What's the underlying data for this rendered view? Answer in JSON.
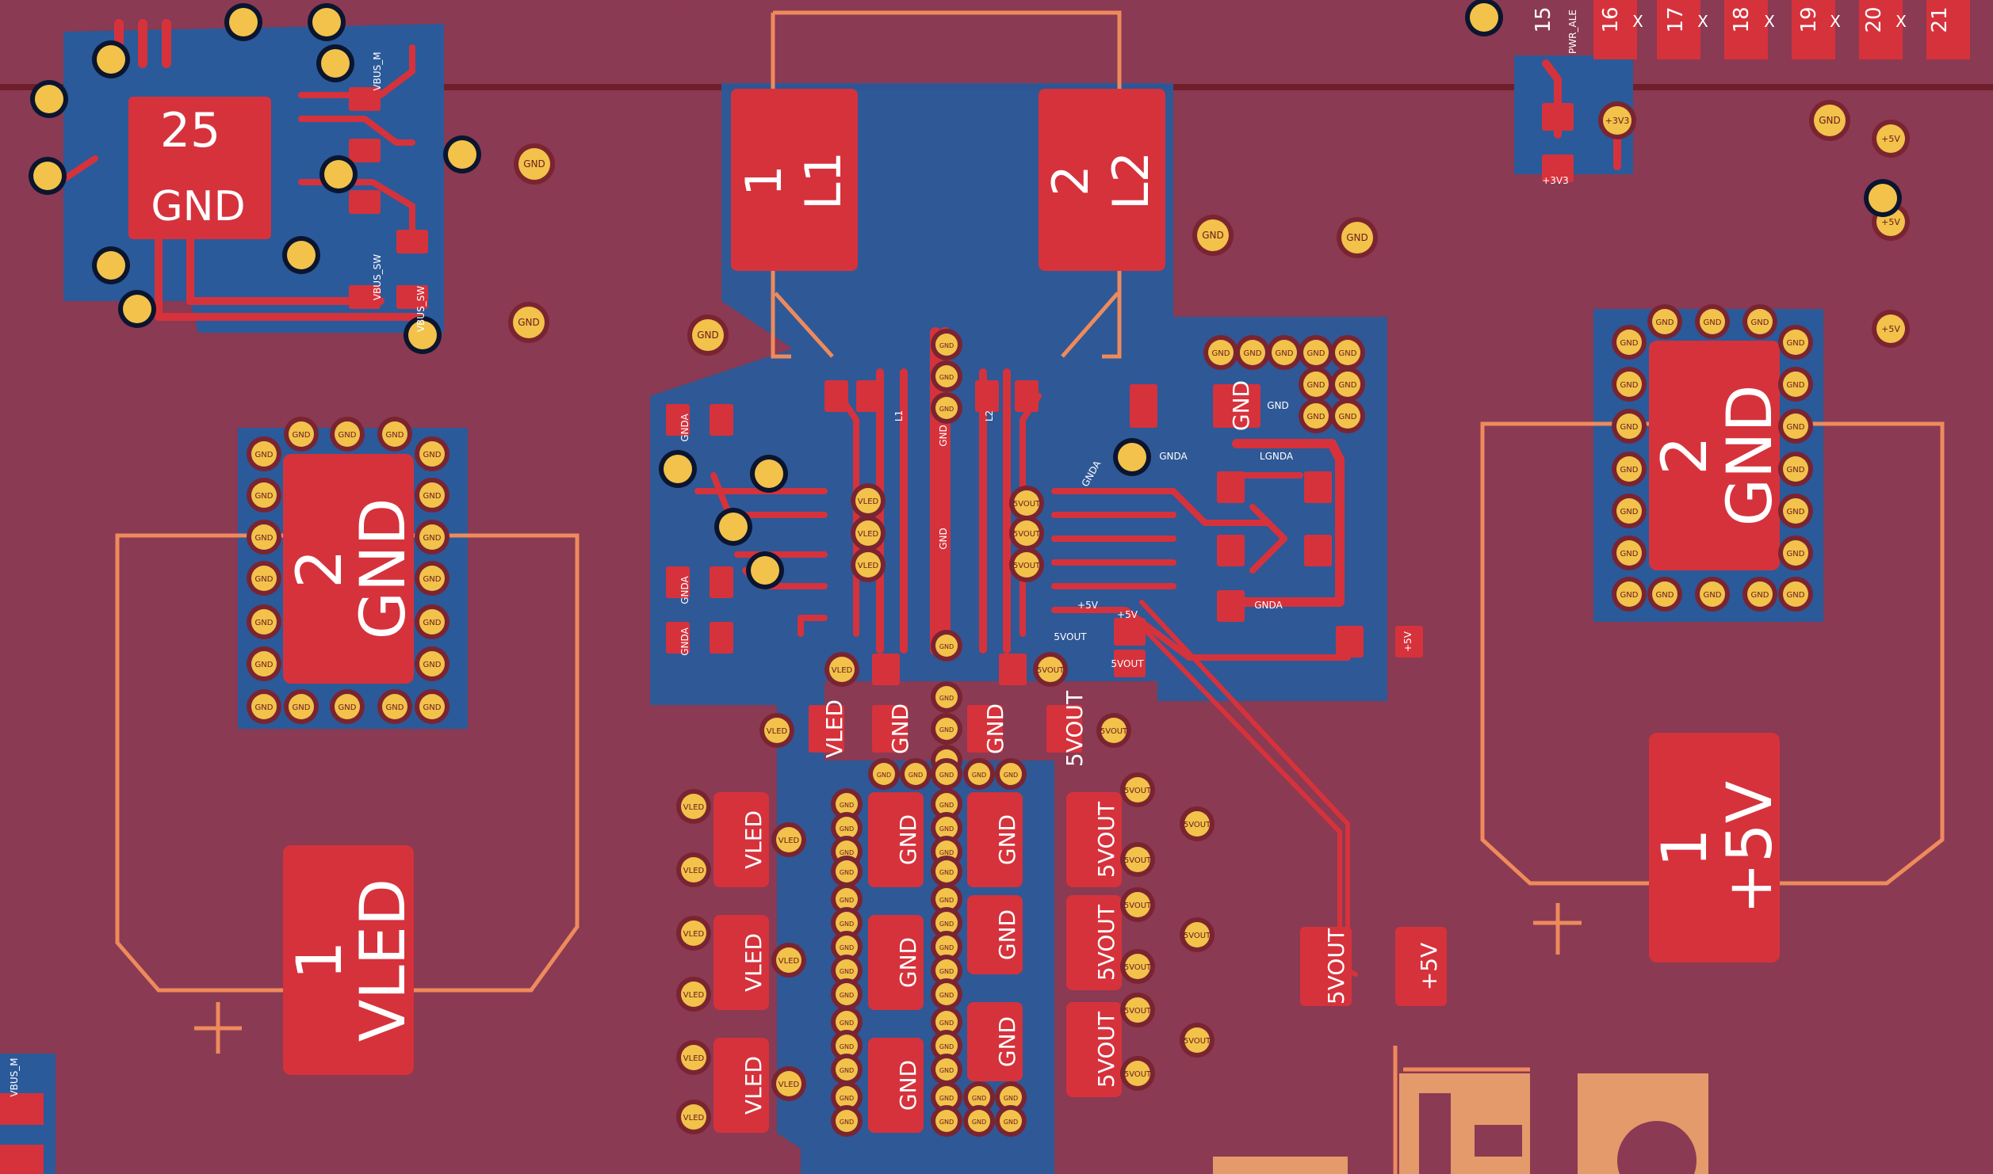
{
  "colors": {
    "board": "#8a3a52",
    "pour": "#2a5a9a",
    "copper": "#d6323c",
    "silk": "#ee8a5c",
    "pad_ring": "#f2c24a",
    "via_hole": "#0b1530",
    "label_dark": "#6a1a22",
    "label_light": "#ffffff"
  },
  "pads": {
    "L1": {
      "num": "1",
      "net": "L1"
    },
    "L2": {
      "num": "2",
      "net": "L2"
    },
    "u25": {
      "num": "25",
      "net": "GND"
    },
    "left_cap_top": {
      "num": "2",
      "net": "GND"
    },
    "left_cap_bottom": {
      "num": "1",
      "net": "VLED"
    },
    "right_cap_top": {
      "num": "2",
      "net": "GND"
    },
    "right_cap_bottom": {
      "num": "1",
      "net": "+5V"
    }
  },
  "nets": {
    "gnd": "GND",
    "gnda": "GNDA",
    "vled": "VLED",
    "svout": "5VOUT",
    "plus5v": "+5V",
    "plus3v3": "+3V3",
    "vbus_m": "VBUS_M",
    "vbus_sw": "VBUS_SW",
    "pwr_ale": "PWR_ALE",
    "lgnda": "LGNDA",
    "gnd_small": "GND"
  },
  "header": {
    "pins": [
      "15",
      "16",
      "17",
      "18",
      "19",
      "20",
      "21"
    ],
    "nc": "X"
  },
  "small_labels": {
    "l1": "L1",
    "l2": "L2",
    "gnd_center": "GND"
  }
}
